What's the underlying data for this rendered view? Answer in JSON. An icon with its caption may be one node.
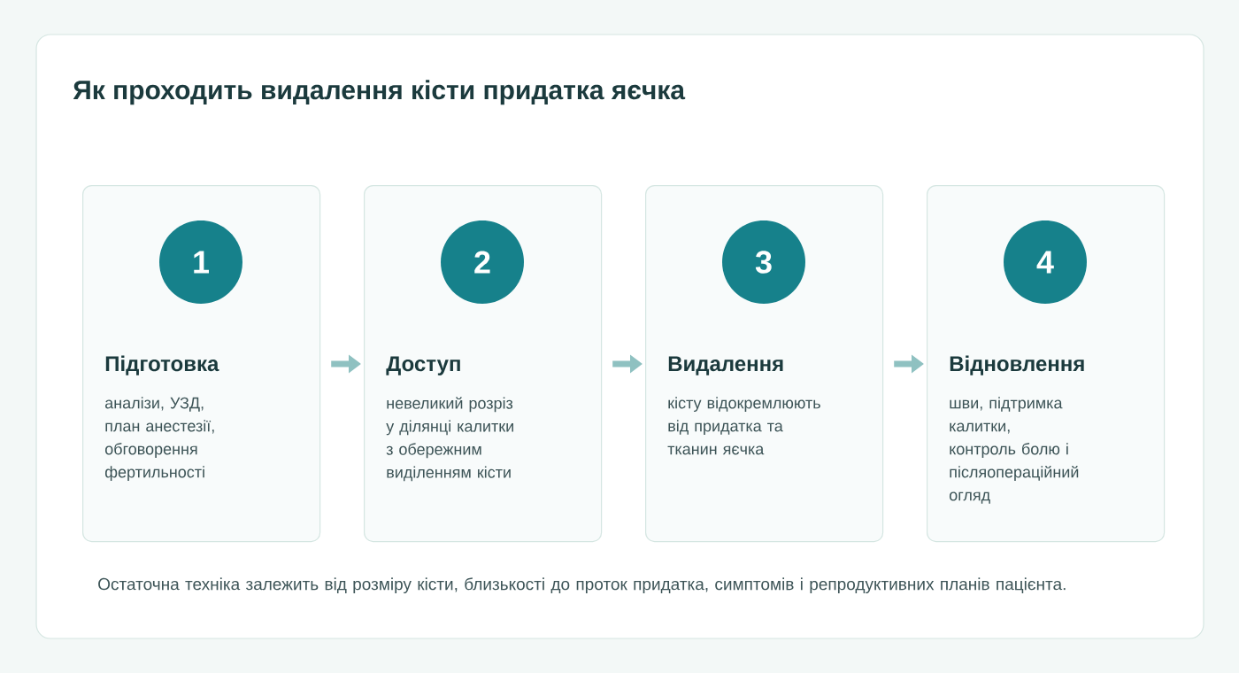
{
  "diagram": {
    "title": "Як проходить видалення кісти придатка яєчка",
    "nodes": [
      {
        "text": [
          "Підготовка",
          "аналізи, УЗД, план анестезії, обговорення фертильності"
        ]
      },
      {
        "text": [
          "1"
        ],
        "in": 0
      },
      {
        "text": [
          "Доступ",
          "невеликий розріз у ділянці калитки з обережним виділенням кісти"
        ]
      },
      {
        "text": [
          "2"
        ],
        "in": 2
      },
      {
        "text": [
          "Видалення",
          "кісту відокремлюють від придатка та тканин яєчка"
        ]
      },
      {
        "text": [
          "3"
        ],
        "in": 4
      },
      {
        "text": [
          "Відновлення",
          "шви, підтримка калитки, контроль болю і післяопераційний огляд"
        ]
      },
      {
        "text": [
          "4"
        ],
        "in": 6
      }
    ],
    "edges": [
      {
        "from": 0,
        "to": 2,
        "arrow": "to"
      },
      {
        "from": 2,
        "to": 4,
        "arrow": "to"
      },
      {
        "from": 4,
        "to": 6,
        "arrow": "to"
      }
    ],
    "labels": [
      "Остаточна техніка залежить від розміру кісти, близькості до проток придатка, симптомів і репродуктивних планів пацієнта."
    ]
  }
}
